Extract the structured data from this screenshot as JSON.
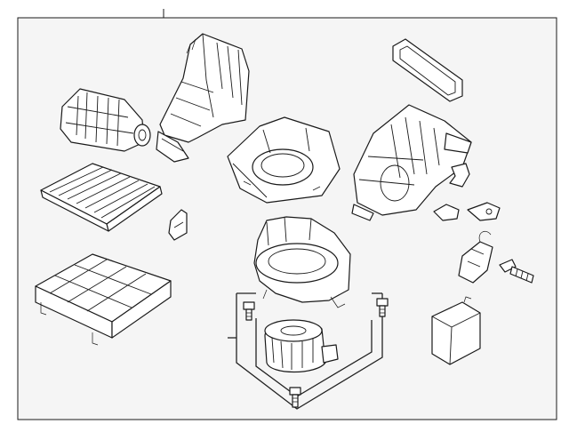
{
  "diagram": {
    "colors": {
      "background": "#ffffff",
      "panel": "#f5f5f5",
      "line": "#1a1a1a"
    },
    "parts": [
      {
        "id": "blend-door-actuator",
        "icon": "cylinder-housing"
      },
      {
        "id": "intake-duct",
        "icon": "duct"
      },
      {
        "id": "cabin-air-filter",
        "icon": "pleated-filter"
      },
      {
        "id": "filter-tray",
        "icon": "grid-tray"
      },
      {
        "id": "filter-clip",
        "icon": "clip"
      },
      {
        "id": "housing-seal",
        "icon": "gasket"
      },
      {
        "id": "upper-blower-case",
        "icon": "case"
      },
      {
        "id": "heater-case",
        "icon": "case"
      },
      {
        "id": "blower-scroll",
        "icon": "scroll-housing"
      },
      {
        "id": "blower-motor",
        "icon": "fan-wheel"
      },
      {
        "id": "mounting-screws",
        "icon": "screw"
      },
      {
        "id": "resistor",
        "icon": "resistor"
      },
      {
        "id": "wiring-connector",
        "icon": "connector"
      },
      {
        "id": "control-module",
        "icon": "module-box"
      }
    ]
  }
}
